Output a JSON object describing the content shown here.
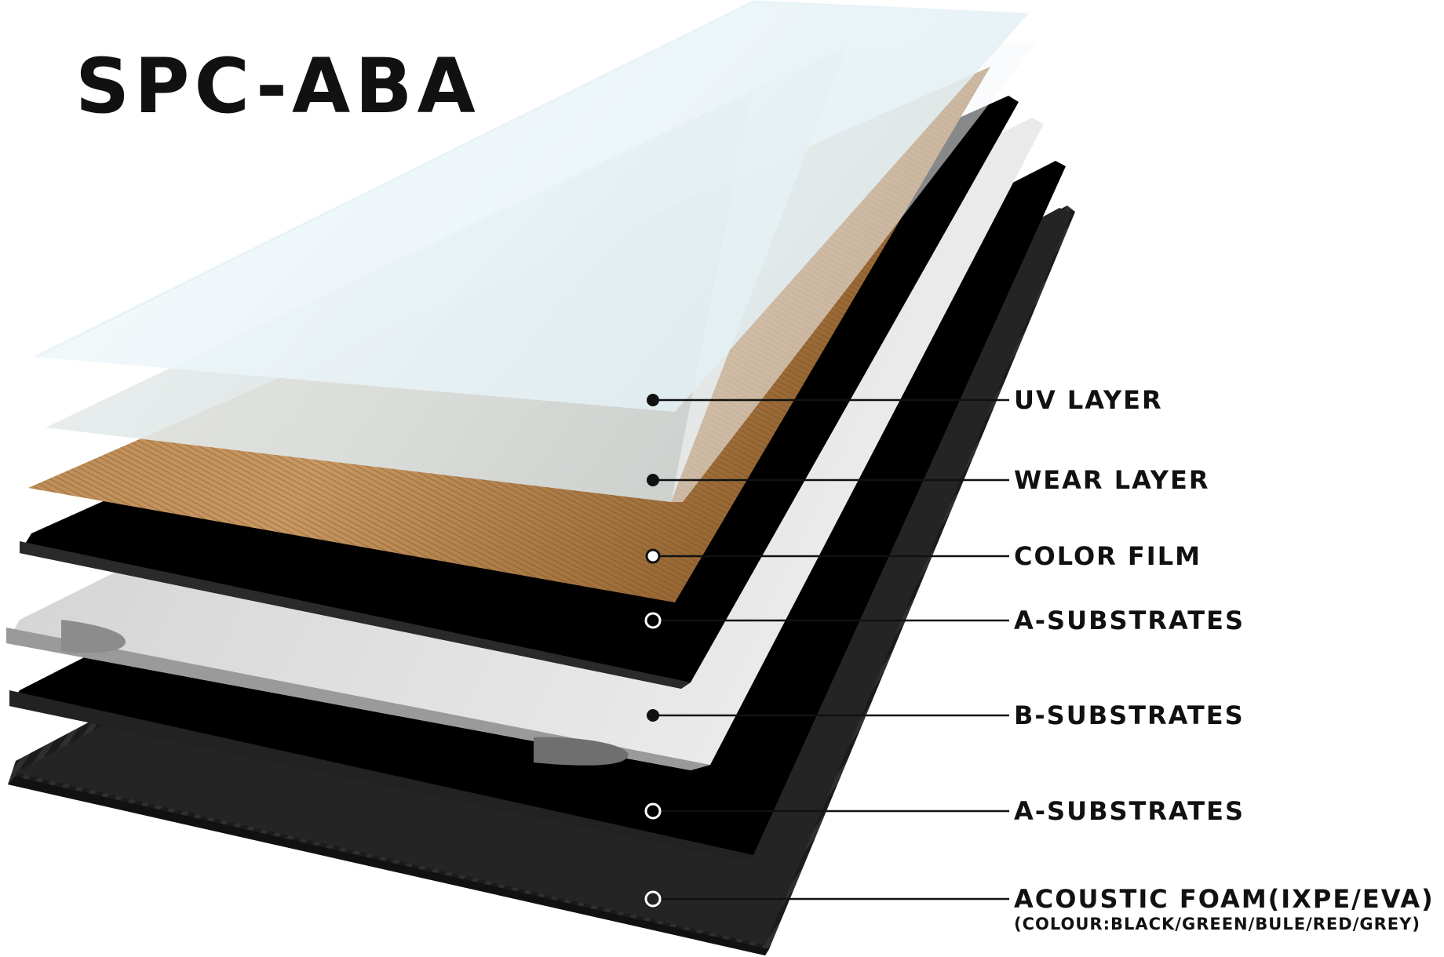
{
  "title": "SPC-ABA",
  "layers": [
    {
      "label": "UV LAYER",
      "marker": "filled"
    },
    {
      "label": "WEAR LAYER",
      "marker": "filled"
    },
    {
      "label": "COLOR FILM",
      "marker": "ring-dark"
    },
    {
      "label": "A-SUBSTRATES",
      "marker": "ring"
    },
    {
      "label": "B-SUBSTRATES",
      "marker": "filled"
    },
    {
      "label": "A-SUBSTRATES",
      "marker": "ring"
    },
    {
      "label": "ACOUSTIC FOAM(IXPE/EVA)",
      "sublabel": "(COLOUR:BLACK/GREEN/BULE/RED/GREY)",
      "marker": "ring"
    }
  ],
  "colors": {
    "uv": "#e9f3f7",
    "wear": "#dbe3e4",
    "color_film": "#a9773f",
    "a_substrate": "#000000",
    "b_substrate": "#d9d9d9",
    "foam": "#1c1c1c",
    "line": "#111111"
  }
}
